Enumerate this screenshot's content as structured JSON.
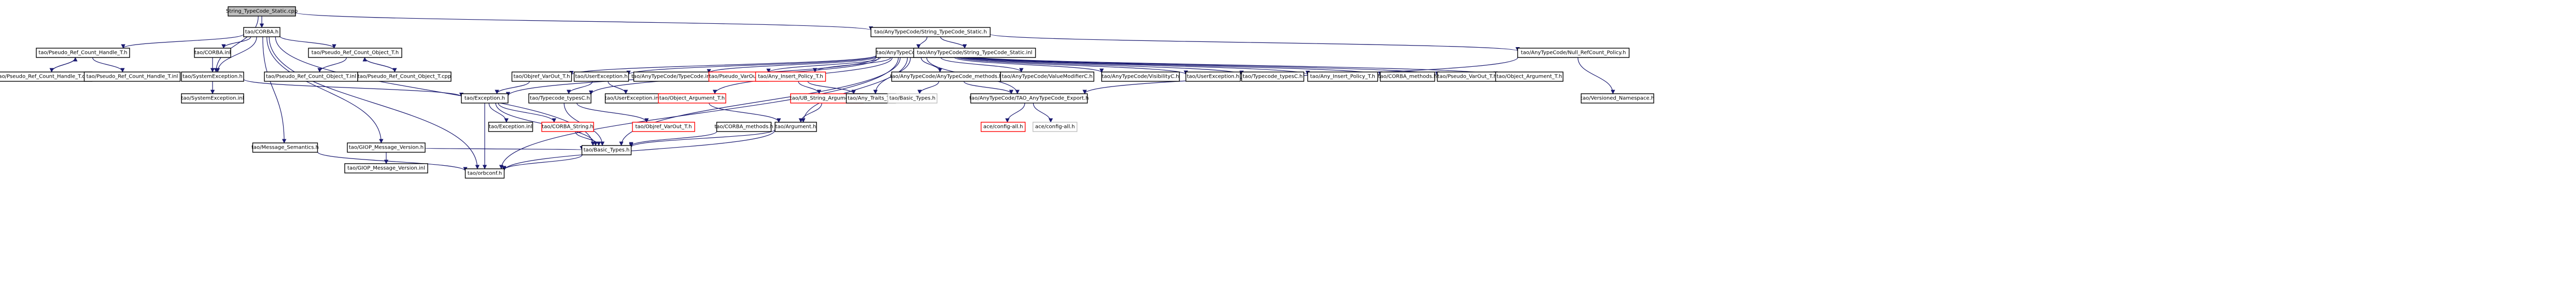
{
  "colors": {
    "edge": "#191970",
    "root_fill": "#bfbfbf",
    "node_border": "#000000",
    "missing_border": "#ff0000",
    "missing_text": "#ff0000",
    "grey_border": "#bfbfbf",
    "grey_text": "#7f7f7f"
  },
  "nodes": [
    {
      "id": "root",
      "label": "String_TypeCode_Static.cpp",
      "style": "root"
    },
    {
      "id": "corba_h",
      "label": "tao/CORBA.h",
      "style": "normal"
    },
    {
      "id": "any_static_h",
      "label": "tao/AnyTypeCode/String_TypeCode_Static.h",
      "style": "normal"
    },
    {
      "id": "pseudo_handle_h",
      "label": "tao/Pseudo_Ref_Count_Handle_T.h",
      "style": "normal"
    },
    {
      "id": "corba_inl",
      "label": "tao/CORBA.inl",
      "style": "normal"
    },
    {
      "id": "pseudo_obj_h",
      "label": "tao/Pseudo_Ref_Count_Object_T.h",
      "style": "normal"
    },
    {
      "id": "any_typecode_h",
      "label": "tao/AnyTypeCode/TypeCode.h",
      "style": "normal"
    },
    {
      "id": "string_static_h",
      "label": "tao/AnyTypeCode/String_TypeCode_Static.inl",
      "style": "normal"
    },
    {
      "id": "null_policy_h",
      "label": "tao/AnyTypeCode/Null_RefCount_Policy.h",
      "style": "normal"
    },
    {
      "id": "pseudo_handle_cpp",
      "label": "tao/Pseudo_Ref_Count_Handle_T.cpp",
      "style": "normal"
    },
    {
      "id": "pseudo_handle_inl",
      "label": "tao/Pseudo_Ref_Count_Handle_T.inl",
      "style": "normal"
    },
    {
      "id": "system_exc_h",
      "label": "tao/SystemException.h",
      "style": "normal"
    },
    {
      "id": "pseudo_obj_inl",
      "label": "tao/Pseudo_Ref_Count_Object_T.inl",
      "style": "normal"
    },
    {
      "id": "pseudo_obj_cpp",
      "label": "tao/Pseudo_Ref_Count_Object_T.cpp",
      "style": "normal"
    },
    {
      "id": "objref_var_h",
      "label": "tao/Objref_VarOut_T.h",
      "style": "normal"
    },
    {
      "id": "user_exc_h",
      "label": "tao/UserException.h",
      "style": "normal"
    },
    {
      "id": "any_typecode_inl",
      "label": "tao/AnyTypeCode/TypeCode.inl",
      "style": "normal"
    },
    {
      "id": "pseudo_var_missing",
      "label": "tao/Pseudo_VarOut_T.h",
      "style": "missing"
    },
    {
      "id": "any_insert_h",
      "label": "tao/Any_Insert_Policy_T.h",
      "style": "missing"
    },
    {
      "id": "tc_methods_h",
      "label": "tao/AnyTypeCode/AnyTypeCode_methods.h",
      "style": "normal"
    },
    {
      "id": "valuemodifier_h",
      "label": "tao/AnyTypeCode/ValueModifierC.h",
      "style": "normal"
    },
    {
      "id": "visibility_h",
      "label": "tao/AnyTypeCode/VisibilityC.h",
      "style": "normal"
    },
    {
      "id": "user_exc_h2",
      "label": "tao/UserException.h",
      "style": "normal"
    },
    {
      "id": "typecode_typesc_h",
      "label": "tao/Typecode_typesC.h",
      "style": "normal"
    },
    {
      "id": "any_insert_h2",
      "label": "tao/Any_Insert_Policy_T.h",
      "style": "normal"
    },
    {
      "id": "corba_methods_h",
      "label": "tao/CORBA_methods.h",
      "style": "normal"
    },
    {
      "id": "pseudo_var_h",
      "label": "tao/Pseudo_VarOut_T.h",
      "style": "normal"
    },
    {
      "id": "object_arg_h",
      "label": "tao/Object_Argument_T.h",
      "style": "normal"
    },
    {
      "id": "versioned_ns_h",
      "label": "tao/Versioned_Namespace.h",
      "style": "normal"
    },
    {
      "id": "system_exc_inl",
      "label": "tao/SystemException.inl",
      "style": "normal"
    },
    {
      "id": "exception_h",
      "label": "tao/Exception.h",
      "style": "normal"
    },
    {
      "id": "typecode_typesc_h2",
      "label": "tao/Typecode_typesC.h",
      "style": "normal"
    },
    {
      "id": "user_exc_inl",
      "label": "tao/UserException.inl",
      "style": "normal"
    },
    {
      "id": "ub_string_arg_h",
      "label": "tao/UB_String_Argument_T.h",
      "style": "missing"
    },
    {
      "id": "any_traits_h",
      "label": "tao/Any_Traits_T.h",
      "style": "normal"
    },
    {
      "id": "object_arg_missing",
      "label": "tao/Object_Argument_T.h",
      "style": "missing"
    },
    {
      "id": "basic_types_h2",
      "label": "tao/Basic_Types.h",
      "style": "grey"
    },
    {
      "id": "tao_export_h",
      "label": "tao/AnyTypeCode/TAO_AnyTypeCode_Export.h",
      "style": "normal"
    },
    {
      "id": "exception_inl",
      "label": "tao/Exception.inl",
      "style": "normal"
    },
    {
      "id": "corba_string_h",
      "label": "tao/CORBA_String.h",
      "style": "missing"
    },
    {
      "id": "objref_varout_missing",
      "label": "tao/Objref_VarOut_T.h",
      "style": "missing"
    },
    {
      "id": "corba_methods_h2",
      "label": "tao/CORBA_methods.h",
      "style": "normal"
    },
    {
      "id": "argument_h",
      "label": "tao/Argument.h",
      "style": "normal"
    },
    {
      "id": "ace_config_all",
      "label": "ace/config-all.h",
      "style": "missing"
    },
    {
      "id": "ace_config_all2",
      "label": "ace/config-all.h",
      "style": "grey"
    },
    {
      "id": "message_sem_h",
      "label": "tao/Message_Semantics.h",
      "style": "normal"
    },
    {
      "id": "giop_version_h",
      "label": "tao/GIOP_Message_Version.h",
      "style": "normal"
    },
    {
      "id": "giop_version_inl",
      "label": "tao/GIOP_Message_Version.inl",
      "style": "normal"
    },
    {
      "id": "basic_types_h",
      "label": "tao/Basic_Types.h",
      "style": "normal"
    },
    {
      "id": "orbconf_h",
      "label": "tao/orbconf.h",
      "style": "normal"
    }
  ],
  "edges": [
    [
      "root",
      "corba_h"
    ],
    [
      "root",
      "any_static_h"
    ],
    [
      "root",
      "system_exc_h"
    ],
    [
      "corba_h",
      "pseudo_handle_h"
    ],
    [
      "corba_h",
      "corba_inl"
    ],
    [
      "corba_h",
      "pseudo_obj_h"
    ],
    [
      "corba_h",
      "system_exc_h"
    ],
    [
      "corba_h",
      "message_sem_h"
    ],
    [
      "corba_h",
      "giop_version_h"
    ],
    [
      "corba_h",
      "orbconf_h"
    ],
    [
      "corba_h",
      "basic_types_h"
    ],
    [
      "pseudo_handle_h",
      "pseudo_handle_cpp"
    ],
    [
      "pseudo_handle_h",
      "pseudo_handle_inl"
    ],
    [
      "pseudo_handle_cpp",
      "pseudo_handle_h"
    ],
    [
      "pseudo_obj_h",
      "pseudo_obj_inl"
    ],
    [
      "pseudo_obj_h",
      "pseudo_obj_cpp"
    ],
    [
      "pseudo_obj_cpp",
      "pseudo_obj_h"
    ],
    [
      "corba_inl",
      "system_exc_h"
    ],
    [
      "any_static_h",
      "any_typecode_h"
    ],
    [
      "any_static_h",
      "string_static_h"
    ],
    [
      "any_static_h",
      "null_policy_h"
    ],
    [
      "null_policy_h",
      "versioned_ns_h"
    ],
    [
      "null_policy_h",
      "tao_export_h"
    ],
    [
      "system_exc_h",
      "system_exc_inl"
    ],
    [
      "system_exc_h",
      "exception_h"
    ],
    [
      "any_typecode_h",
      "objref_var_h"
    ],
    [
      "any_typecode_h",
      "user_exc_h"
    ],
    [
      "any_typecode_h",
      "any_typecode_inl"
    ],
    [
      "any_typecode_h",
      "pseudo_var_missing"
    ],
    [
      "any_typecode_h",
      "any_insert_h"
    ],
    [
      "any_typecode_h",
      "tc_methods_h"
    ],
    [
      "any_typecode_h",
      "valuemodifier_h"
    ],
    [
      "any_typecode_h",
      "visibility_h"
    ],
    [
      "any_typecode_h",
      "user_exc_h2"
    ],
    [
      "any_typecode_h",
      "typecode_typesc_h"
    ],
    [
      "any_typecode_h",
      "any_insert_h2"
    ],
    [
      "any_typecode_h",
      "corba_methods_h"
    ],
    [
      "any_typecode_h",
      "pseudo_var_h"
    ],
    [
      "any_typecode_h",
      "object_arg_h"
    ],
    [
      "any_typecode_h",
      "tao_export_h"
    ],
    [
      "any_typecode_h",
      "exception_h"
    ],
    [
      "any_typecode_h",
      "typecode_typesc_h2"
    ],
    [
      "any_typecode_h",
      "any_traits_h"
    ],
    [
      "any_typecode_h",
      "object_arg_missing"
    ],
    [
      "any_typecode_h",
      "basic_types_h"
    ],
    [
      "any_typecode_h",
      "orbconf_h"
    ],
    [
      "any_typecode_h",
      "argument_h"
    ],
    [
      "objref_var_h",
      "exception_h"
    ],
    [
      "user_exc_h",
      "user_exc_inl"
    ],
    [
      "user_exc_h",
      "typecode_typesc_h2"
    ],
    [
      "any_insert_h",
      "ub_string_arg_h"
    ],
    [
      "any_insert_h",
      "any_traits_h"
    ],
    [
      "tc_methods_h",
      "basic_types_h2"
    ],
    [
      "tc_methods_h",
      "tao_export_h"
    ],
    [
      "tao_export_h",
      "ace_config_all"
    ],
    [
      "tao_export_h",
      "ace_config_all2"
    ],
    [
      "exception_h",
      "exception_inl"
    ],
    [
      "exception_h",
      "corba_string_h"
    ],
    [
      "exception_h",
      "basic_types_h"
    ],
    [
      "exception_h",
      "orbconf_h"
    ],
    [
      "typecode_typesc_h2",
      "objref_varout_missing"
    ],
    [
      "typecode_typesc_h2",
      "basic_types_h"
    ],
    [
      "ub_string_arg_h",
      "argument_h"
    ],
    [
      "object_arg_missing",
      "argument_h"
    ],
    [
      "argument_h",
      "basic_types_h"
    ],
    [
      "argument_h",
      "orbconf_h"
    ],
    [
      "corba_methods_h2",
      "basic_types_h"
    ],
    [
      "corba_string_h",
      "basic_types_h"
    ],
    [
      "giop_version_h",
      "giop_version_inl"
    ],
    [
      "giop_version_h",
      "basic_types_h"
    ],
    [
      "message_sem_h",
      "orbconf_h"
    ],
    [
      "basic_types_h",
      "orbconf_h"
    ]
  ]
}
